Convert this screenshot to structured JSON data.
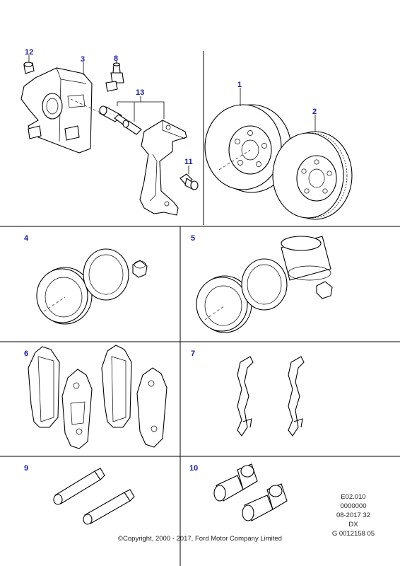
{
  "callouts": {
    "c1": "1",
    "c2": "2",
    "c3": "3",
    "c4": "4",
    "c5": "5",
    "c6": "6",
    "c7": "7",
    "c8": "8",
    "c9": "9",
    "c10": "10",
    "c11": "11",
    "c12": "12",
    "c13": "13"
  },
  "reference": {
    "line1": "E02.010",
    "line2": "0000000",
    "line3": "08-2017 32",
    "line4": "DX",
    "line5": "G 0012158 05"
  },
  "copyright": "©Copyright, 2000 - 2017, Ford Motor Company Limited",
  "colors": {
    "callout": "#1a1aa6",
    "line": "#000000",
    "text": "#222222"
  }
}
